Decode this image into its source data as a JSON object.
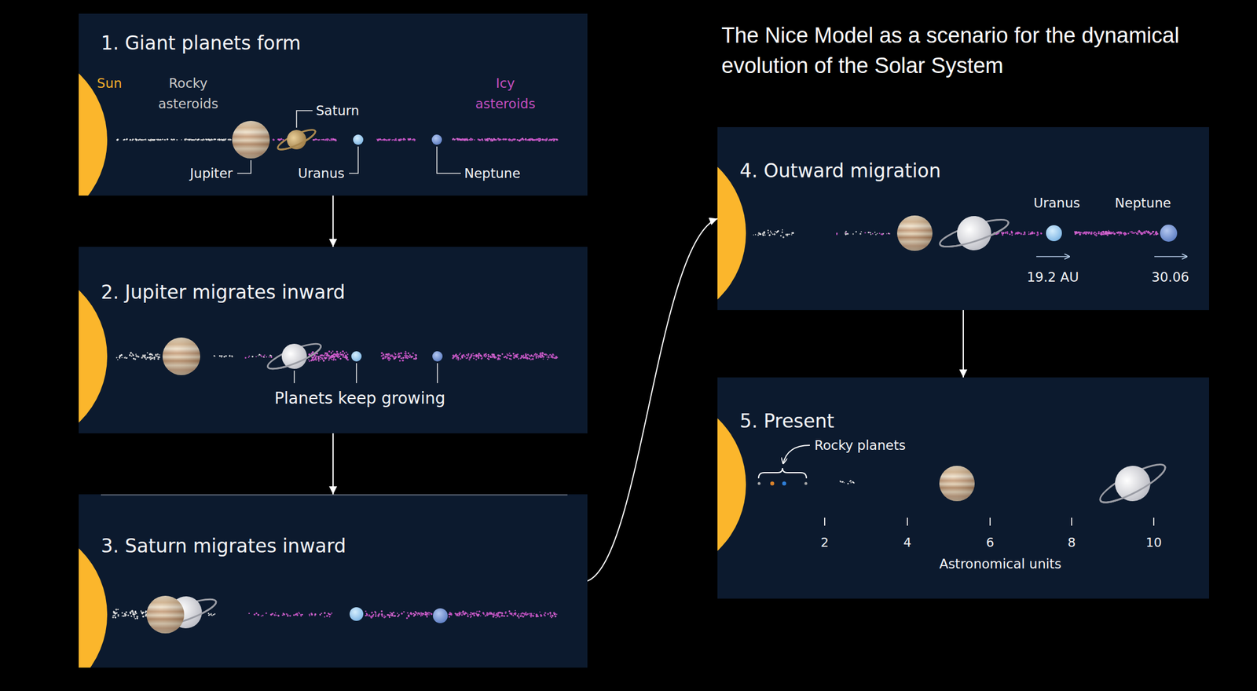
{
  "diagram": {
    "title": "The Nice Model as a scenario for the dynamical evolution of the Solar System",
    "nodes": [
      {
        "text": [
          "1. Giant planets form"
        ]
      },
      {
        "text": [
          "2. Jupiter migrates inward"
        ]
      },
      {
        "text": [
          "3. Saturn migrates inward"
        ]
      },
      {
        "text": [
          "4. Outward migration"
        ]
      },
      {
        "text": [
          "5. Present"
        ]
      }
    ],
    "edges": [
      {
        "from": 0,
        "to": 1,
        "arrow": "to"
      },
      {
        "from": 1,
        "to": 2,
        "arrow": "to"
      },
      {
        "from": 2,
        "to": 3,
        "arrow": "to"
      },
      {
        "from": 3,
        "to": 4,
        "arrow": "to"
      }
    ],
    "labels": [
      "Sun",
      "Rocky asteroids",
      "Icy asteroids",
      "Saturn",
      "Jupiter",
      "Uranus",
      "Neptune",
      "Planets keep growing",
      "Uranus",
      "Neptune",
      "19.2 AU",
      "30.06",
      "Rocky planets",
      "2",
      "4",
      "6",
      "8",
      "10",
      "Astronomical units"
    ]
  }
}
